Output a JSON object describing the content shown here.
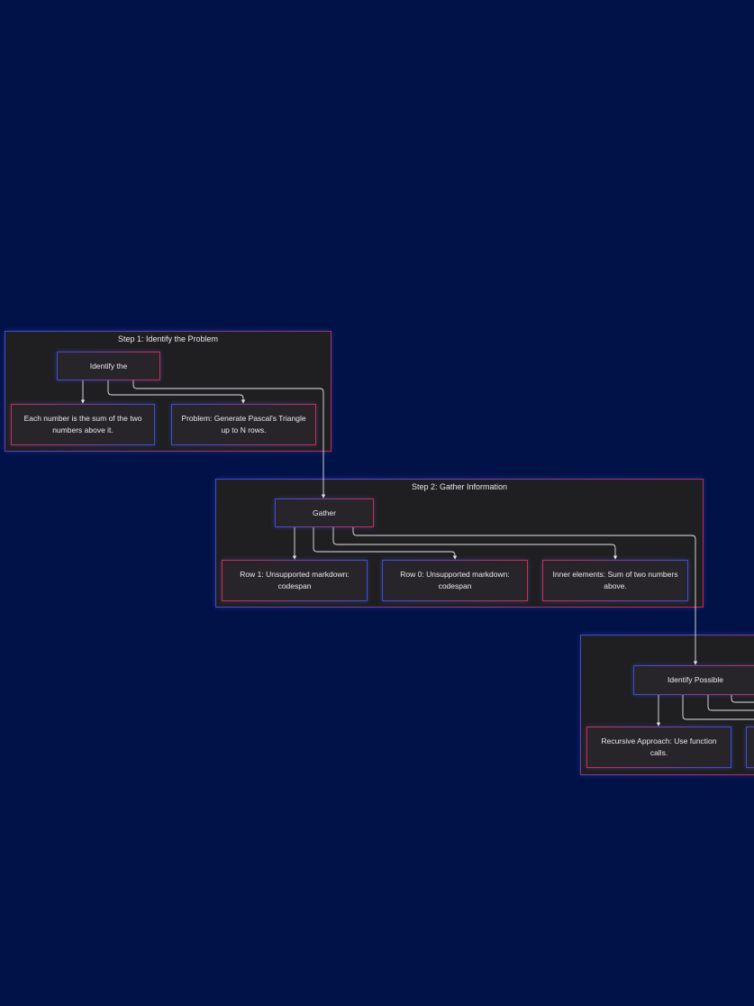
{
  "clusters": {
    "step1": {
      "title": "Step 1: Identify the Problem"
    },
    "step2": {
      "title": "Step 2: Gather Information"
    },
    "step3": {
      "title": ""
    }
  },
  "nodes": {
    "identify": "Identify the",
    "sum_rule": "Each number is the sum of the two numbers above it.",
    "problem": "Problem: Generate Pascal's Triangle up to N rows.",
    "gather": "Gather",
    "row1": "Row 1: Unsupported markdown: codespan",
    "row0": "Row 0: Unsupported markdown: codespan",
    "inner": "Inner elements: Sum of two numbers above.",
    "possible": "Identify Possible",
    "recursive": "Recursive Approach: Use function calls."
  },
  "colors": {
    "background": "#001247",
    "panel": "#1f1f22",
    "node": "#27252a",
    "border_blue": "#3a4ee0",
    "border_red": "#d52a52",
    "edge": "#e6e6ea"
  }
}
